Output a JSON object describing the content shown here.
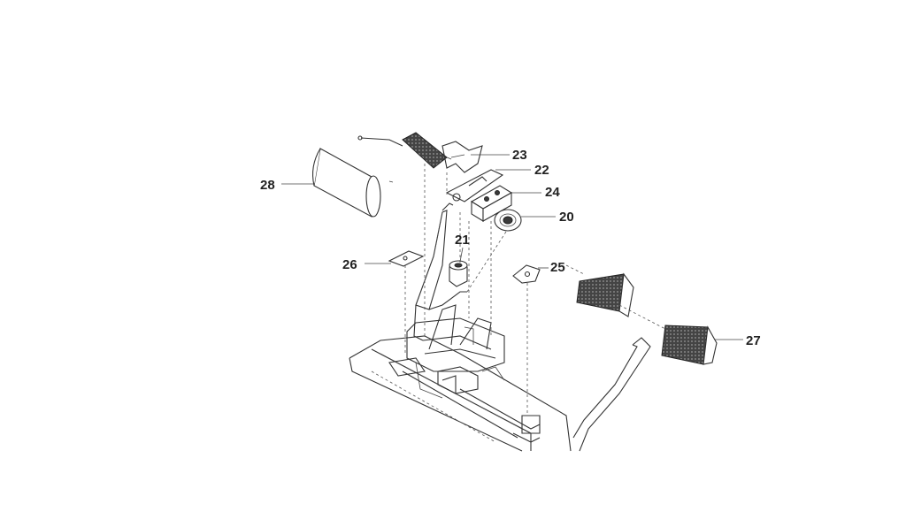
{
  "callouts": {
    "c20": "20",
    "c21": "21",
    "c22": "22",
    "c23": "23",
    "c24": "24",
    "c25": "25",
    "c26": "26",
    "c27": "27",
    "c28": "28"
  },
  "colors": {
    "line": "#333333",
    "pedal_pad": "#3a3a3a",
    "background": "#ffffff"
  }
}
